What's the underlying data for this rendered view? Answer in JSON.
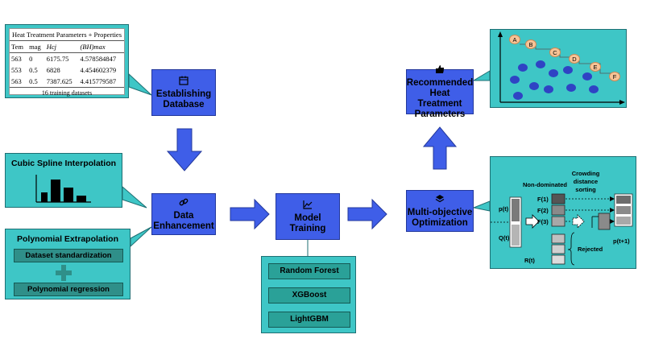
{
  "table": {
    "title": "Heat Treatment Parameters + Properties",
    "headers": [
      "Tem",
      "mag",
      "Hcj",
      "(BH)max"
    ],
    "rows": [
      [
        "563",
        "0",
        "6175.75",
        "4.578584847"
      ],
      [
        "553",
        "0.5",
        "6828",
        "4.454602379"
      ],
      [
        "563",
        "0.5",
        "7387.625",
        "4.415779587"
      ]
    ],
    "footer": "16 training datasets"
  },
  "nodes": {
    "establishing": {
      "line1": "Establishing",
      "line2": "Database",
      "icon": "calendar-icon"
    },
    "enhancement": {
      "line1": "Data",
      "line2": "Enhancement",
      "icon": "link-icon"
    },
    "training": {
      "line1": "Model",
      "line2": "Training",
      "icon": "chart-icon"
    },
    "moo": {
      "line1": "Multi-objective",
      "line2": "Optimization",
      "icon": "layers-icon"
    },
    "recommended": {
      "line1": "Recommended",
      "line2": "Heat Treatment",
      "line3": "Parameters",
      "icon": "thumbs-up-icon"
    }
  },
  "spline": {
    "title": "Cubic Spline Interpolation"
  },
  "poly": {
    "title": "Polynomial Extrapolation",
    "step1": "Dataset standardization",
    "step2": "Polynomial regression"
  },
  "models": [
    "Random Forest",
    "XGBoost",
    "LightGBM"
  ],
  "pareto": {
    "labels": [
      "A",
      "B",
      "C",
      "D",
      "E",
      "F"
    ]
  },
  "nsga": {
    "nondominated": "Non-dominated",
    "crowding1": "Crowding",
    "crowding2": "distance",
    "crowding3": "sorting",
    "pt": "p(t)",
    "qt": "Q(t)",
    "rt": "R(t)",
    "f1": "F(1)",
    "f2": "F(2)",
    "f3": "F(3)",
    "rejected": "Rejected",
    "pt1": "p(t+1)"
  },
  "colors": {
    "node_blue": "#3f5ee8",
    "callout_teal": "#3ec6c6",
    "algo_teal": "#2aa198",
    "dot_navy": "#2f43c4",
    "pareto_orange": "#f7c497"
  }
}
